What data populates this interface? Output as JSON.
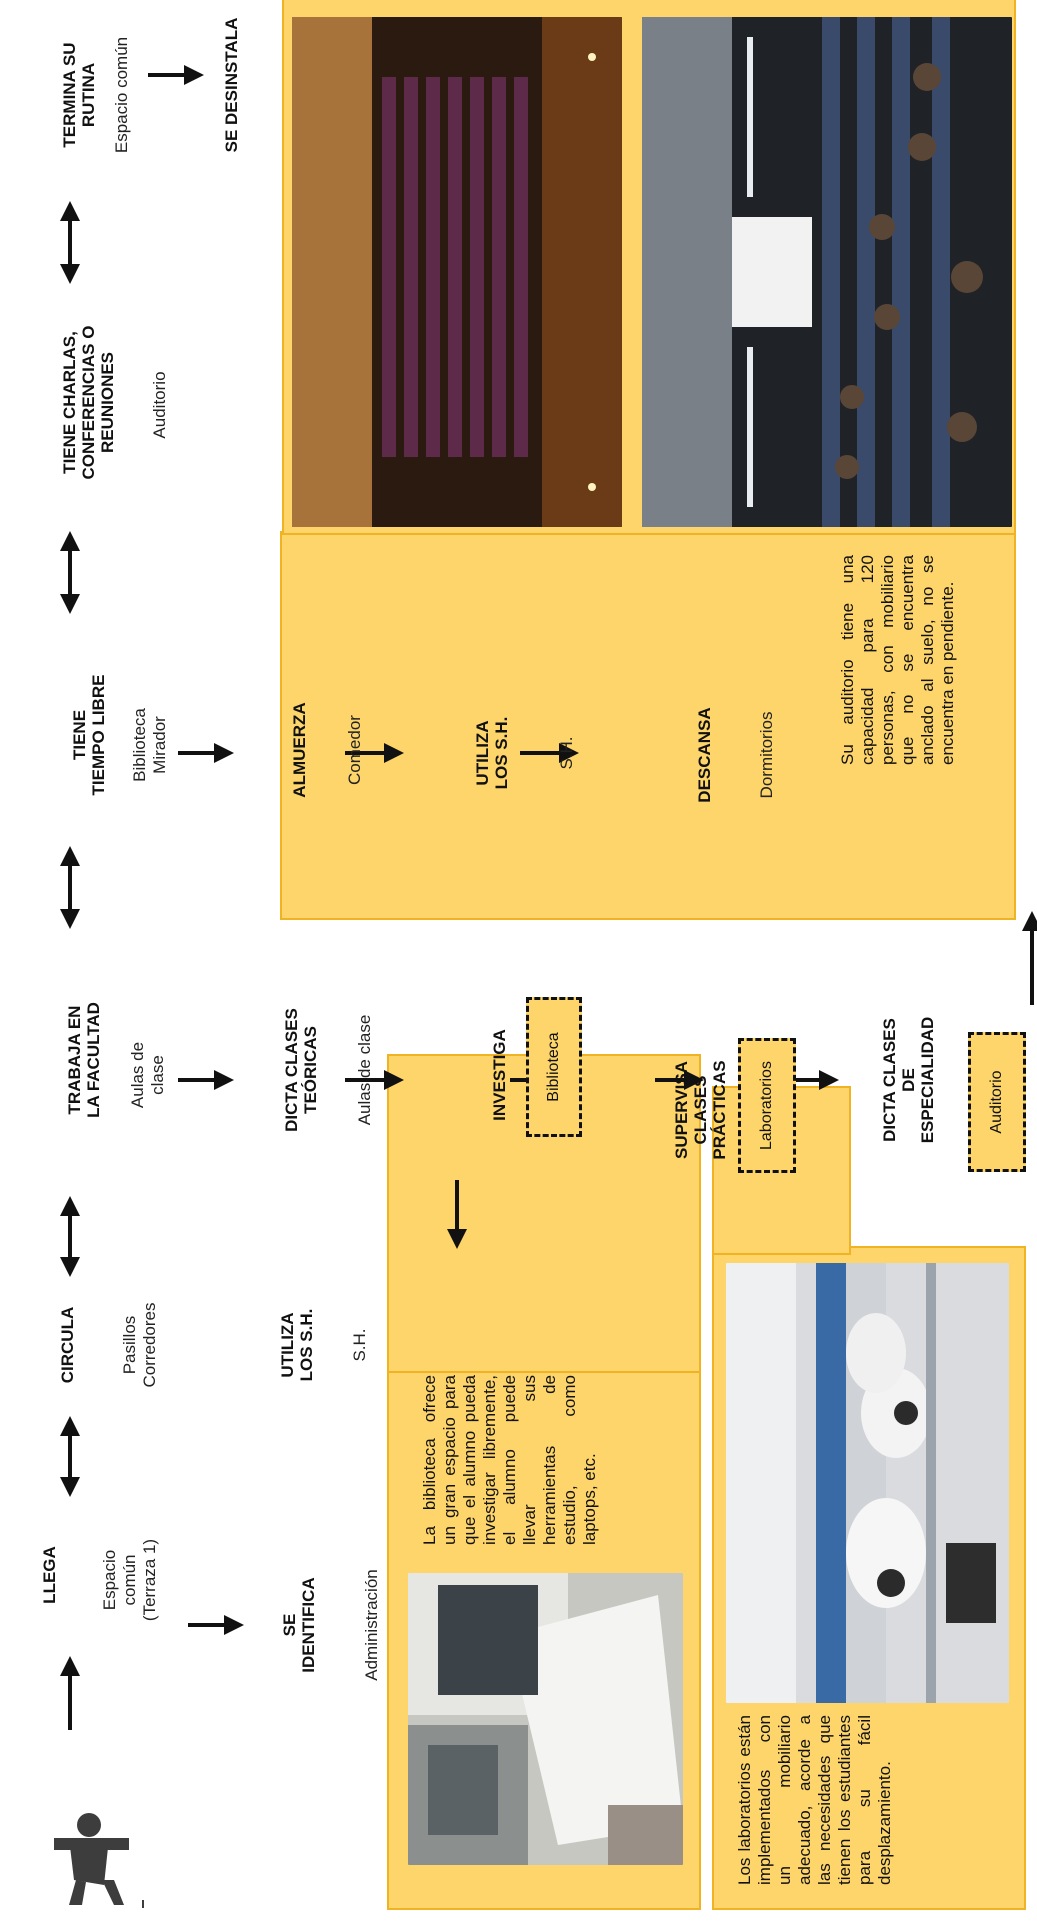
{
  "steps": {
    "llega": {
      "title": "LLEGA",
      "place_lines": [
        "Espacio",
        "común",
        "(Terraza 1)"
      ]
    },
    "circula": {
      "title": "CIRCULA",
      "place_lines": [
        "Pasillos",
        "Corredores"
      ]
    },
    "trabaja": {
      "title_lines": [
        "TRABAJA EN",
        "LA FACULTAD"
      ],
      "place_lines": [
        "Aulas de",
        "clase"
      ]
    },
    "tiempo_libre": {
      "title_lines": [
        "TIENE",
        "TIEMPO LIBRE"
      ],
      "place_lines": [
        "Biblioteca",
        "Mirador"
      ]
    },
    "charlas": {
      "title_lines": [
        "TIENE CHARLAS,",
        "CONFERENCIAS O",
        "REUNIONES"
      ],
      "place": "Auditorio"
    },
    "termina": {
      "title_lines": [
        "TERMINA SU",
        "RUTINA"
      ],
      "place": "Espacio común"
    },
    "desinstala": {
      "title": "SE DESINSTALA"
    },
    "identifica": {
      "title_lines": [
        "SE",
        "IDENTIFICA"
      ],
      "place": "Administración"
    },
    "utiliza_1": {
      "title_lines": [
        "UTILIZA",
        "LOS S.H."
      ],
      "place": "S.H."
    },
    "dicta_teoricas": {
      "title_lines": [
        "DICTA CLASES",
        "TEÓRICAS"
      ],
      "place": "Aulas de clase"
    },
    "investiga": {
      "title": "INVESTIGA",
      "box": "Biblioteca"
    },
    "supervisa": {
      "title_lines": [
        "SUPERVISA",
        "CLASES",
        "PRÁCTICAS"
      ],
      "box": "Laboratorios"
    },
    "dicta_especialidad": {
      "title_lines": [
        "DICTA CLASES",
        "DE",
        "ESPECIALIDAD"
      ],
      "box": "Auditorio"
    },
    "almuerza": {
      "title": "ALMUERZA",
      "place": "Comedor"
    },
    "utiliza_2": {
      "title_lines": [
        "UTILIZA",
        "LOS S.H."
      ],
      "place": "S.H."
    },
    "descansa": {
      "title": "DESCANSA",
      "place": "Dormitorios"
    }
  },
  "notes": {
    "biblioteca": "La biblioteca ofrece un gran espacio para que el alumno pueda investigar libremente, el alumno puede llevar sus herramientas de estudio, como laptops, etc.",
    "laboratorios": "Los laboratorios están implementados con un mobiliario adecuado, acorde a las necesidades que tienen los estudiantes para su fácil desplazamiento.",
    "auditorio": "Su auditorio tiene una capacidad para 120 personas, con mobiliario que no se encuentra anclado al suelo, no se encuentra en pendiente."
  },
  "colors": {
    "panel": "#fdd56a",
    "panel_border": "#f0b323",
    "ink": "#111111"
  },
  "icons": [
    "person-silhouette-icon",
    "arrow-right-icon",
    "double-arrow-icon",
    "arrow-down-icon"
  ]
}
